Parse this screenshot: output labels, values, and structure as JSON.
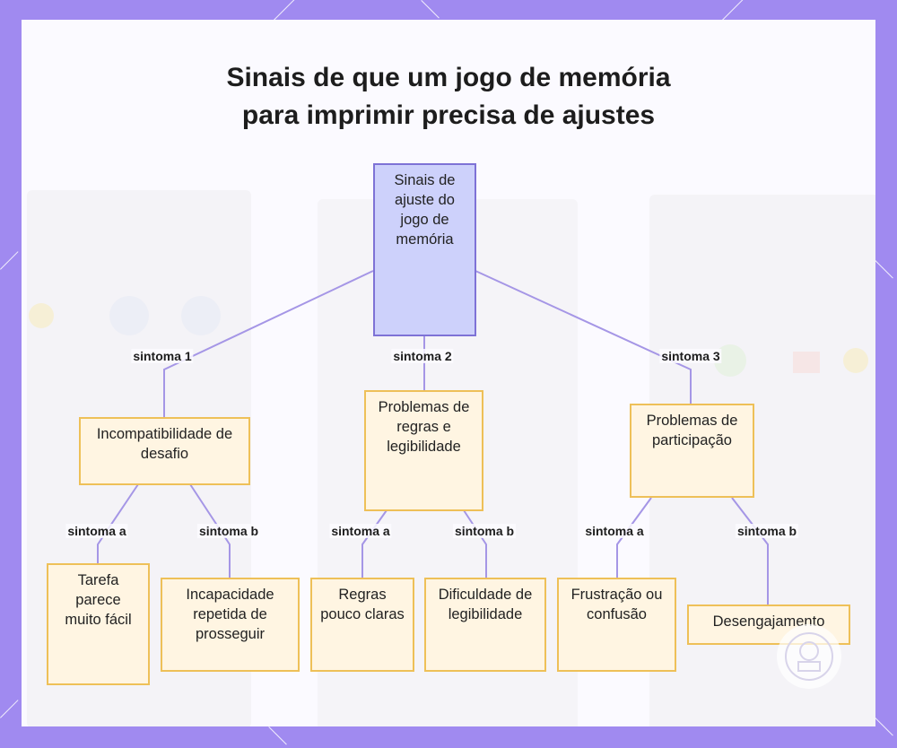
{
  "title_lines": [
    "Sinais de que um jogo de memória",
    "para imprimir precisa de ajustes"
  ],
  "root": {
    "label": "Sinais de ajuste do jogo de memória"
  },
  "branches": [
    {
      "edge_label": "sintoma 1",
      "label": "Incompatibilidade de desafio",
      "children": [
        {
          "edge_label": "sintoma a",
          "label": "Tarefa parece muito fácil"
        },
        {
          "edge_label": "sintoma b",
          "label": "Incapacidade repetida de prosseguir"
        }
      ]
    },
    {
      "edge_label": "sintoma 2",
      "label": "Problemas de regras e legibilidade",
      "children": [
        {
          "edge_label": "sintoma a",
          "label": "Regras pouco claras"
        },
        {
          "edge_label": "sintoma b",
          "label": "Dificuldade de legibilidade"
        }
      ]
    },
    {
      "edge_label": "sintoma 3",
      "label": "Problemas de participação",
      "children": [
        {
          "edge_label": "sintoma a",
          "label": "Frustração ou confusão"
        },
        {
          "edge_label": "sintoma b",
          "label": "Desengajamento"
        }
      ]
    }
  ],
  "colors": {
    "frame": "#a08af0",
    "root_fill": "#cdd1fb",
    "root_border": "#7e72d6",
    "node_fill": "#fff5e2",
    "node_border": "#eec058",
    "connector": "#a596e6"
  }
}
